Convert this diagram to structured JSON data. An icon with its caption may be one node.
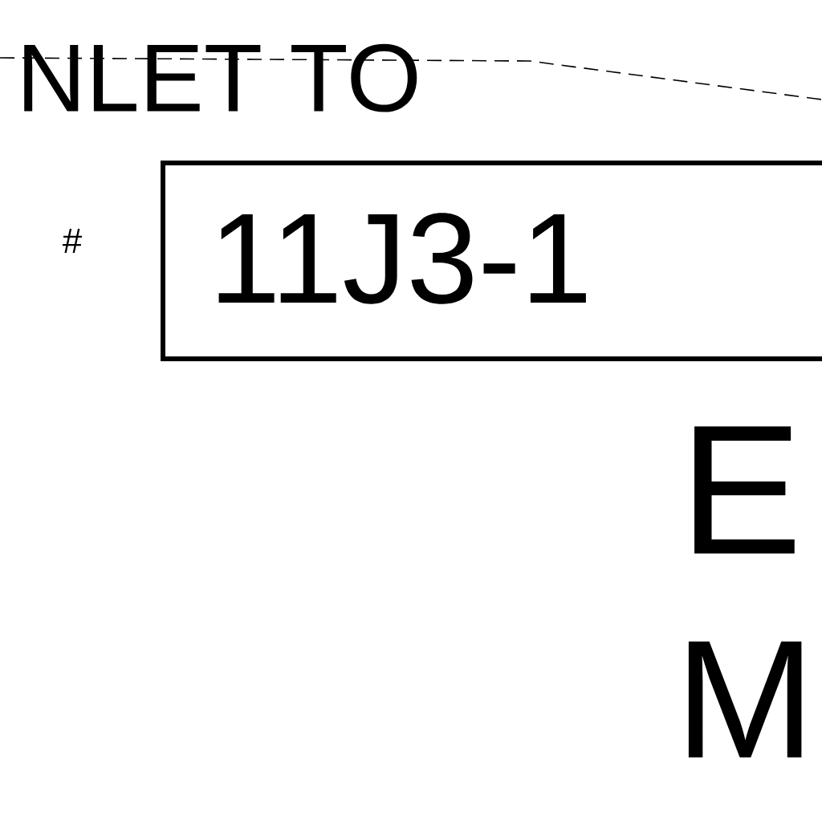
{
  "diagram": {
    "nodes": [
      {
        "text": [
          "11J3-1"
        ]
      }
    ],
    "labels": [
      "NLET TO",
      "#",
      "E",
      "M"
    ]
  }
}
